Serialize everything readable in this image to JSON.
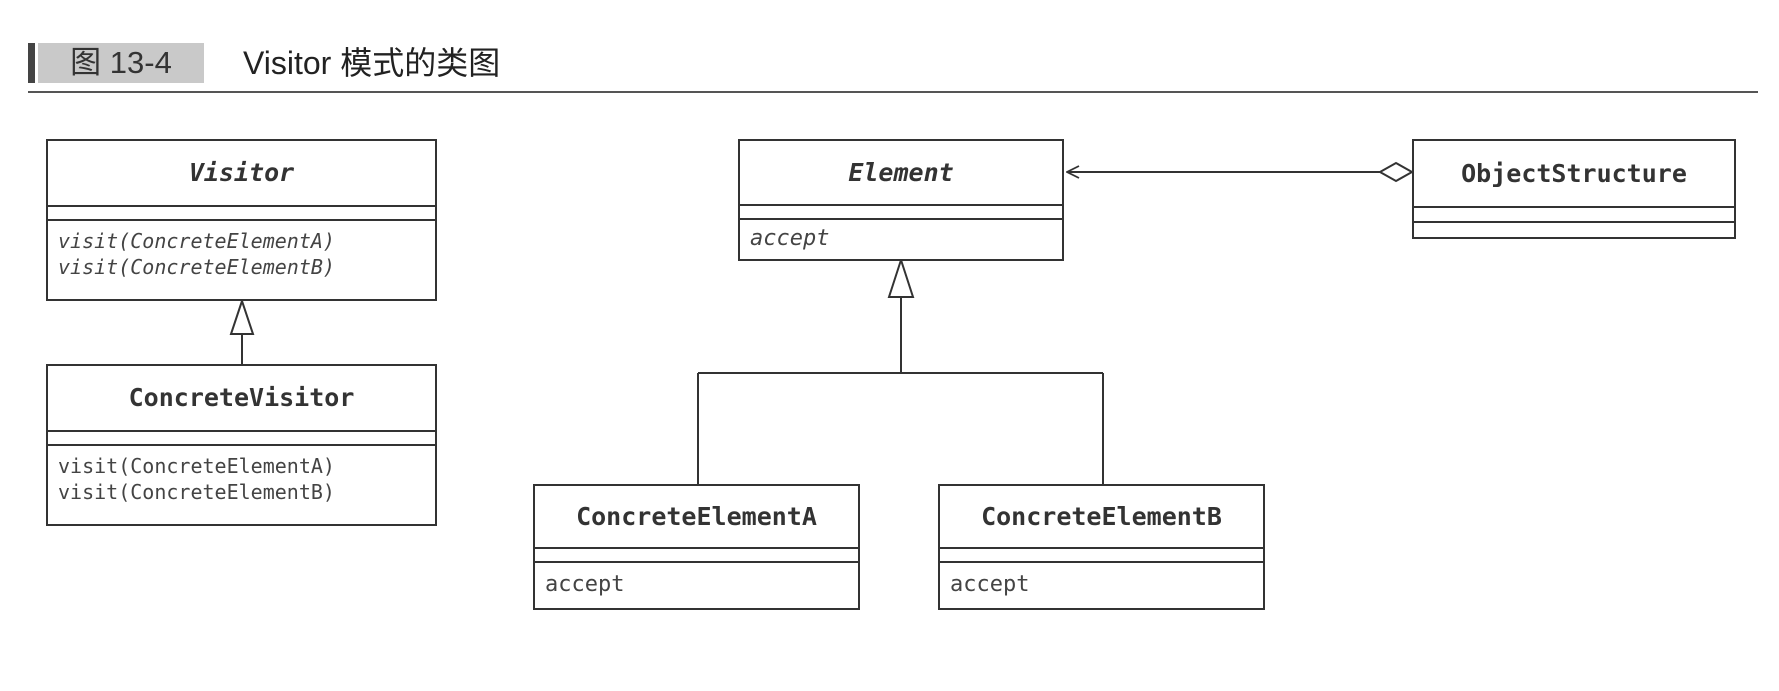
{
  "figure": {
    "number": "图 13-4",
    "title": "Visitor 模式的类图"
  },
  "classes": {
    "visitor": {
      "name": "Visitor",
      "abstract": true,
      "operations": [
        "visit(ConcreteElementA)",
        "visit(ConcreteElementB)"
      ]
    },
    "concrete_visitor": {
      "name": "ConcreteVisitor",
      "abstract": false,
      "operations": [
        "visit(ConcreteElementA)",
        "visit(ConcreteElementB)"
      ]
    },
    "element": {
      "name": "Element",
      "abstract": true,
      "operations": [
        "accept"
      ]
    },
    "object_structure": {
      "name": "ObjectStructure",
      "abstract": false,
      "operations": []
    },
    "concrete_element_a": {
      "name": "ConcreteElementA",
      "abstract": false,
      "operations": [
        "accept"
      ]
    },
    "concrete_element_b": {
      "name": "ConcreteElementB",
      "abstract": false,
      "operations": [
        "accept"
      ]
    }
  },
  "relations": [
    {
      "type": "generalization",
      "from": "ConcreteVisitor",
      "to": "Visitor"
    },
    {
      "type": "generalization",
      "from": "ConcreteElementA",
      "to": "Element"
    },
    {
      "type": "generalization",
      "from": "ConcreteElementB",
      "to": "Element"
    },
    {
      "type": "aggregation",
      "from": "ObjectStructure",
      "to": "Element"
    }
  ],
  "colors": {
    "line": "#333333",
    "badge_bg": "#c9c9c9"
  }
}
